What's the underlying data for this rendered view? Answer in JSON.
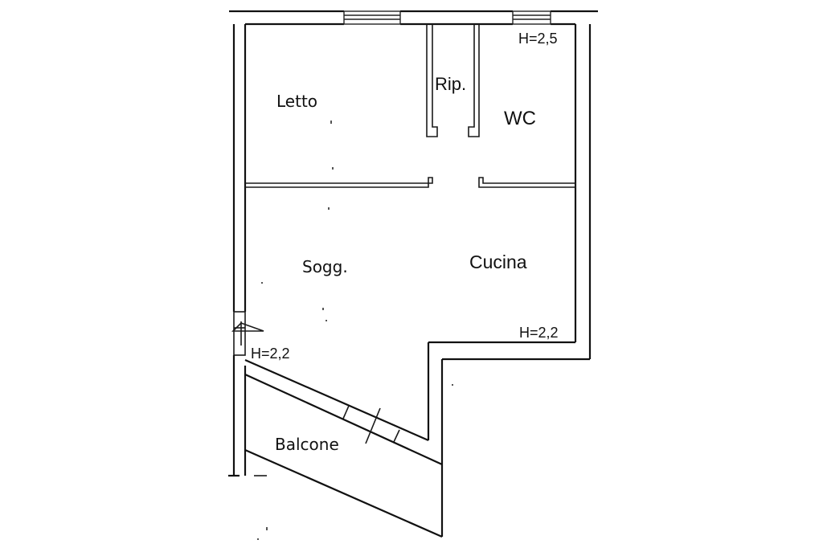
{
  "floor_plan": {
    "rooms": {
      "letto": "Letto",
      "ripostiglio": "Rip.",
      "wc": "WC",
      "soggiorno": "Sogg.",
      "cucina": "Cucina",
      "balcone": "Balcone"
    },
    "heights": {
      "top_right": "H=2,5",
      "cucina": "H=2,2",
      "entrance": "H=2,2"
    },
    "colors": {
      "walls": "#111111",
      "background": "#ffffff"
    }
  }
}
